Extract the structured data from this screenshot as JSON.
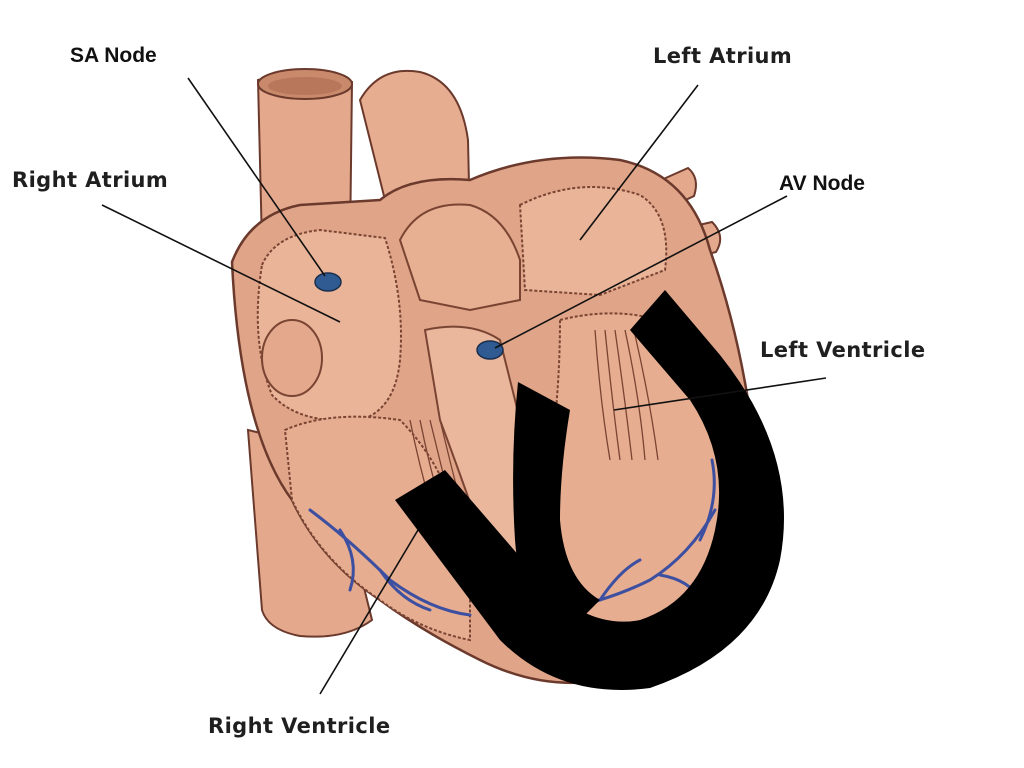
{
  "diagram": {
    "labels": {
      "sa_node": "SA Node",
      "left_atrium": "Left Atrium",
      "right_atrium": "Right Atrium",
      "av_node": "AV Node",
      "left_ventricle": "Left Ventricle",
      "right_ventricle": "Right Ventricle"
    },
    "colors": {
      "heart_fill": "#e0a488",
      "heart_light": "#eab79d",
      "heart_shadow": "#c98a6c",
      "outline": "#6b3a2c",
      "vessel_blue": "#3d4fa0",
      "node_blue": "#2f5a92",
      "overlay_black": "#000000",
      "leader_line": "#111111"
    },
    "overlay_glyph": "U"
  }
}
